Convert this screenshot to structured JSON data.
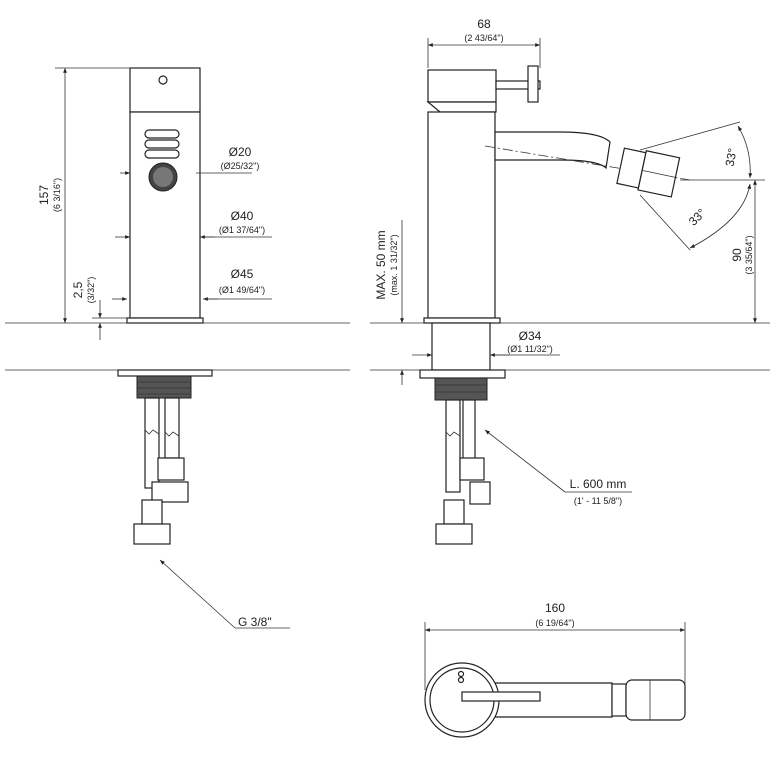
{
  "dimensions": {
    "height_total": {
      "value": "157",
      "imperial": "(6 3/16\")"
    },
    "spout_diameter": {
      "value": "Ø20",
      "imperial": "(Ø25/32\")"
    },
    "body_diameter": {
      "value": "Ø40",
      "imperial": "(Ø1 37/64\")"
    },
    "base_diameter": {
      "value": "Ø45",
      "imperial": "(Ø1 49/64\")"
    },
    "base_height": {
      "value": "2,5",
      "imperial": "(3/32\")"
    },
    "width_top": {
      "value": "68",
      "imperial": "(2 43/64\")"
    },
    "max_deck": {
      "value": "MAX. 50 mm",
      "imperial": "(max. 1 31/32\")"
    },
    "shank_diameter": {
      "value": "Ø34",
      "imperial": "(Ø1 11/32\")"
    },
    "angle_up": {
      "value": "33°"
    },
    "angle_down": {
      "value": "33°"
    },
    "spout_height": {
      "value": "90",
      "imperial": "(3 35/64\")"
    },
    "hose_length": {
      "value": "L. 600 mm",
      "imperial": "(1' - 11 5/8\")"
    },
    "connection": {
      "value": "G 3/8\""
    },
    "length_top": {
      "value": "160",
      "imperial": "(6 19/64\")"
    }
  }
}
